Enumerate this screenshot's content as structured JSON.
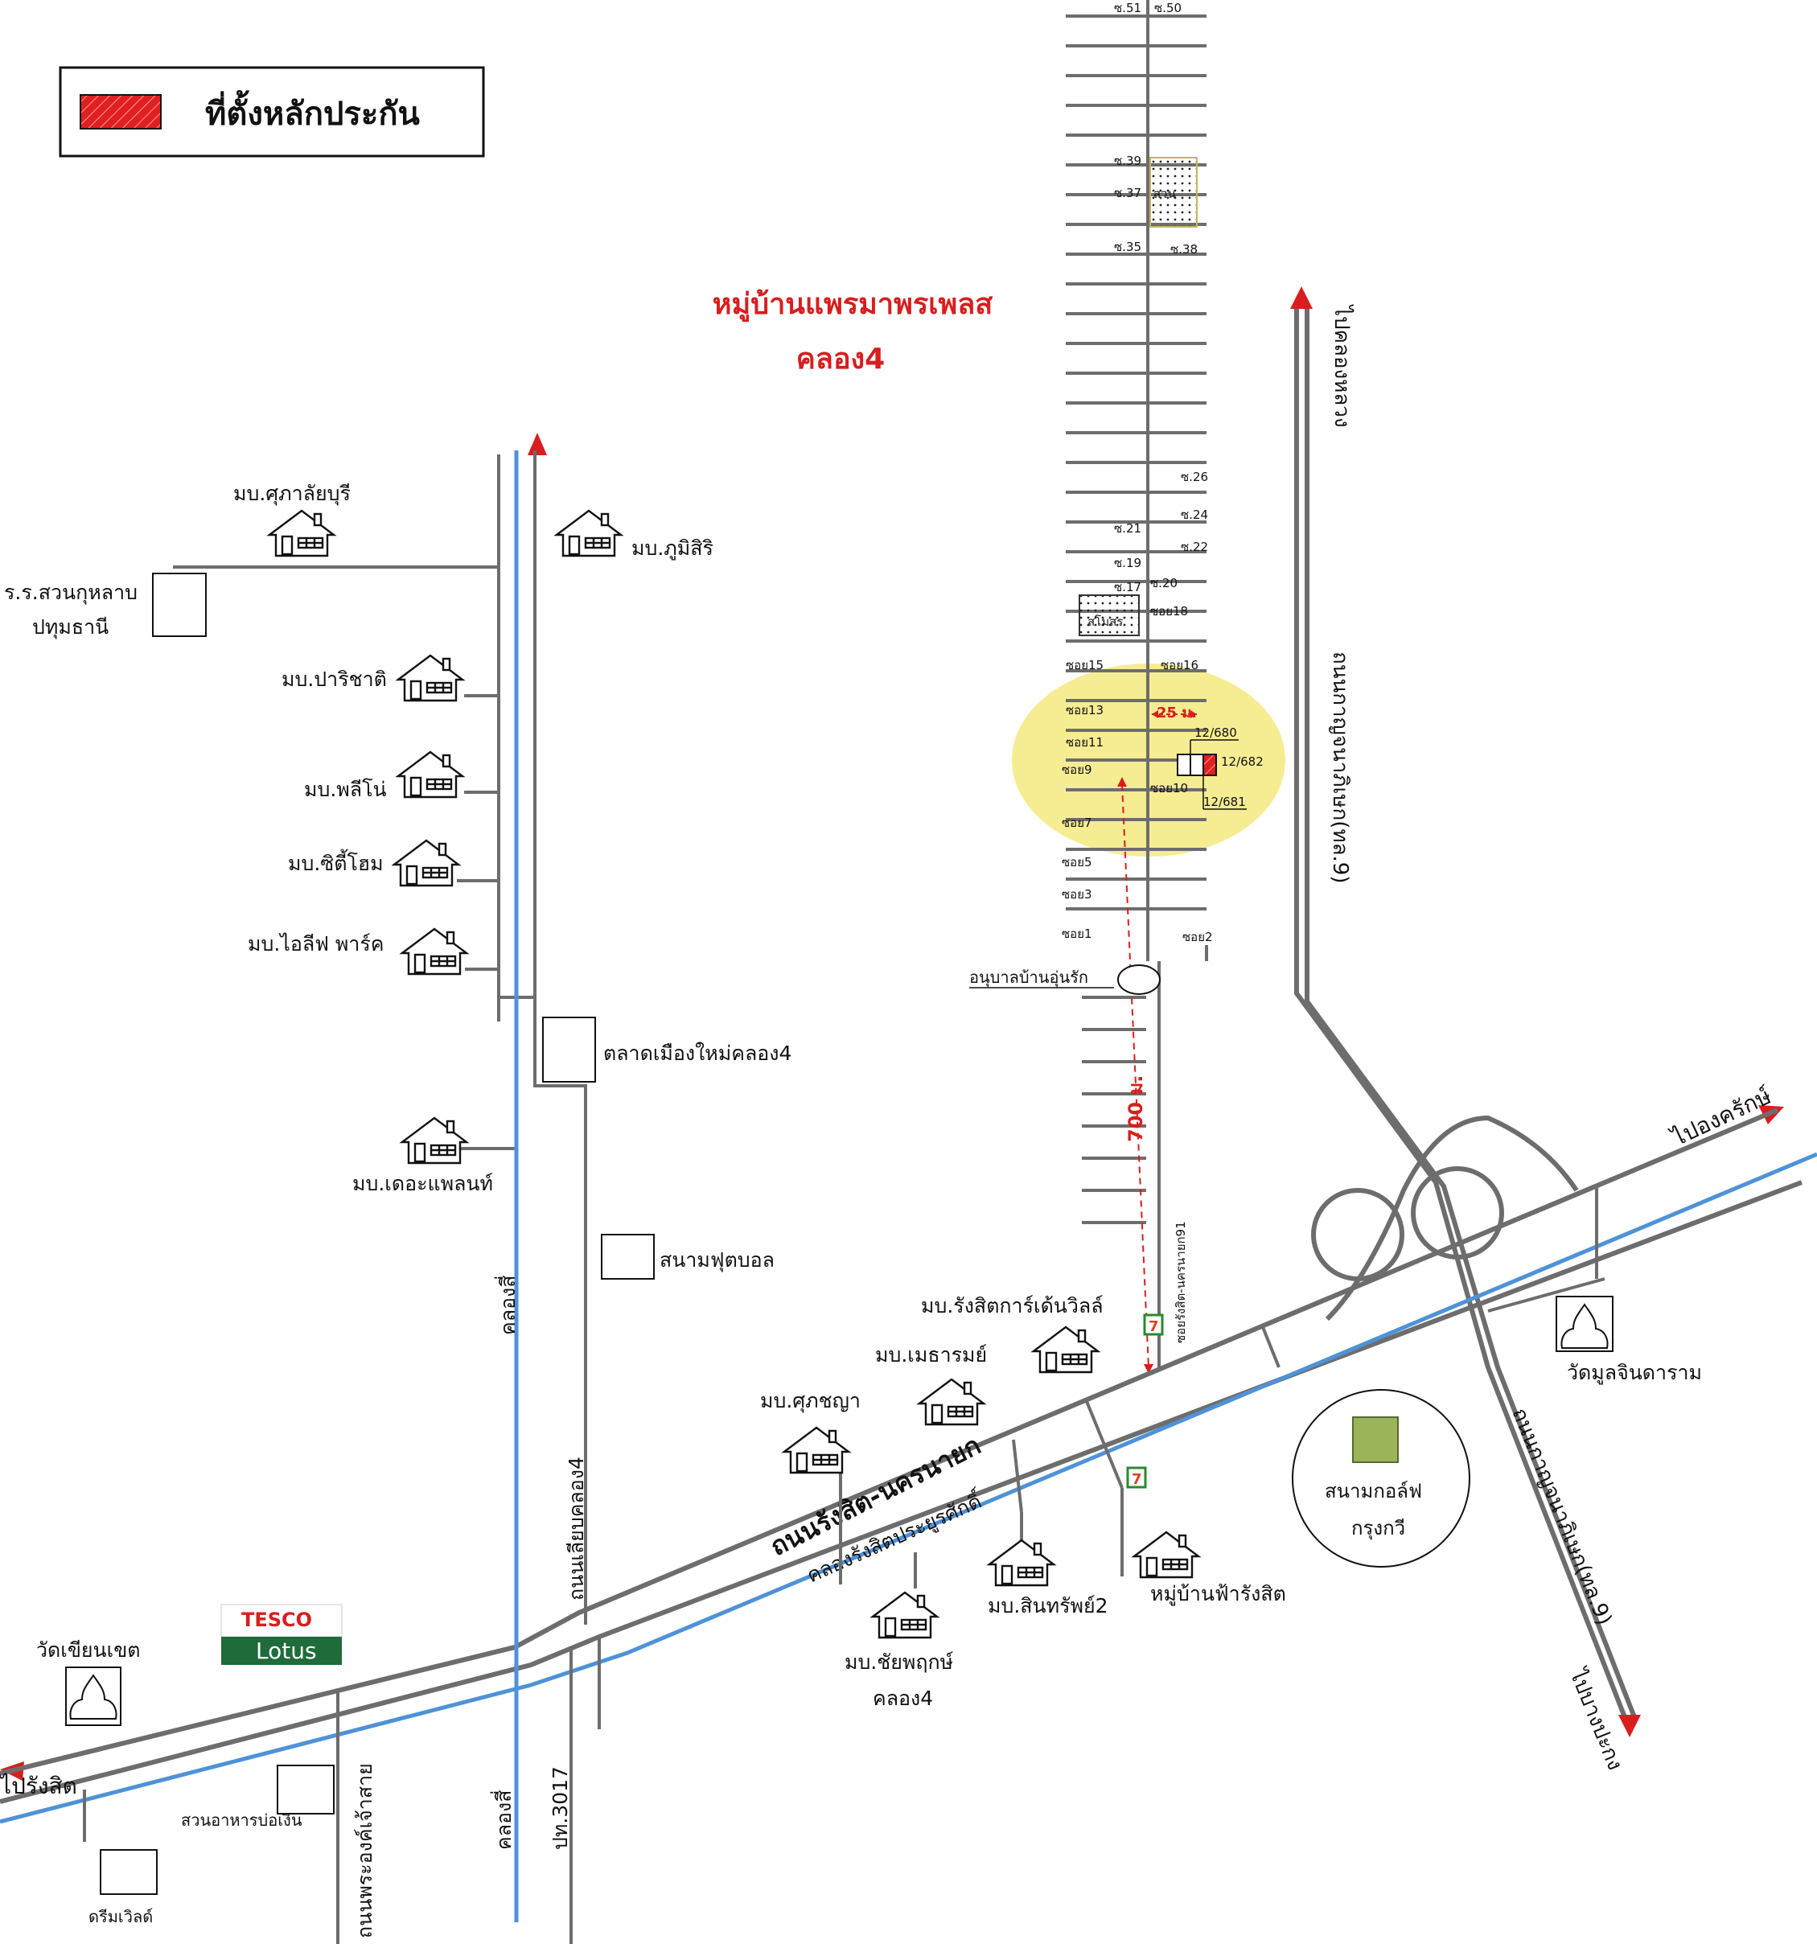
{
  "legend": {
    "label": "ที่ตั้งหลักประกัน",
    "color": "#e02020"
  },
  "title": {
    "line1": "หมู่บ้านแพรมาพรเพลส",
    "line2": "คลอง4",
    "color": "#d81e1e"
  },
  "colors": {
    "road": "#6d6d6d",
    "canal": "#4e92d8",
    "highlight": "#f0e04a",
    "arrow": "#d81e1e"
  },
  "sois": {
    "top": [
      "ซ.51",
      "ซ.50"
    ],
    "s39": "ซ.39",
    "s37": "ซ.37",
    "park": "สวน",
    "s35": "ซ.35",
    "s38": "ซ.38",
    "s26": "ซ.26",
    "s24": "ซ.24",
    "s21": "ซ.21",
    "s22": "ซ.22",
    "s19": "ซ.19",
    "s17": "ซ.17",
    "s20": "ซ.20",
    "club": "สโมสร",
    "s18": "ซอย18",
    "s15": "ซอย15",
    "s16": "ซอย16",
    "s13": "ซอย13",
    "s11": "ซอย11",
    "s9": "ซอย9",
    "s10": "ซอย10",
    "s7": "ซอย7",
    "s5": "ซอย5",
    "s3": "ซอย3",
    "s1": "ซอย1",
    "s2": "ซอย2"
  },
  "property": {
    "width_label": "25 ม.",
    "distance_label": "700 ม.",
    "plots": [
      "12/680",
      "12/682",
      "12/681"
    ]
  },
  "places": {
    "kindergarten": "อนุบาลบ้านอุ่นรัก",
    "soi_road": "ซอยรังสิต-นครนายก91",
    "khlong_luang": "ไปคลองหลวง",
    "ongkharak": "ไปองครักษ์",
    "bang_pa": "ไปบางปะกง",
    "motorway_n": "ถนนกาญจนาภิเษก(ทล.9)",
    "motorway_s": "ถนนกาญจนาภิเษก(ทล.9)",
    "wat_mun": "วัดมูลจินดาราม",
    "golf1": "สนามกอล์ฟ",
    "golf2": "กรุงกวี",
    "supalai": "มบ.ศุภาลัยบุรี",
    "phumisiri": "มบ.ภูมิสิริ",
    "school1": "ร.ร.สวนกุหลาบ",
    "school2": "ปทุมธานี",
    "parichat": "มบ.ปาริชาติ",
    "palino": "มบ.พลีโน่",
    "city_home": "มบ.ซิตี้โฮม",
    "i_leaf": "มบ.ไอลีฟ พาร์ค",
    "market": "ตลาดเมืองใหม่คลอง4",
    "the_plant": "มบ.เดอะแพลนท์",
    "football": "สนามฟุตบอล",
    "khlong4_canal": "คลองสี่",
    "khlong4_canal_s": "คลองสี่",
    "bypass_road": "ถนนเลียบคลอง4",
    "garden_ville": "มบ.รังสิตการ์เด้นวิลล์",
    "maetharom": "มบ.เมธารมย์",
    "supachaya": "มบ.ศุภชญา",
    "main_road": "ถนนรังสิต-นครนายก",
    "main_canal": "คลองรังสิตประยูรศักดิ์",
    "sinsap": "มบ.สินทรัพย์2",
    "fa_rangsit": "หมู่บ้านฟ้ารังสิต",
    "chaiyaphruek1": "มบ.ชัยพฤกษ์",
    "chaiyaphruek2": "คลอง4",
    "wat_khian": "วัดเขียนเขต",
    "tesco": "TESCO",
    "lotus": "Lotus",
    "rangsit": "ไปรังสิต",
    "restaurant": "สวนอาหารบ่อเงิน",
    "dreamworld": "ดรีมเวิลด์",
    "phra_ong": "ถนนพระองค์เจ้าสาย",
    "pt3017": "ปท.3017",
    "seven": "7"
  }
}
